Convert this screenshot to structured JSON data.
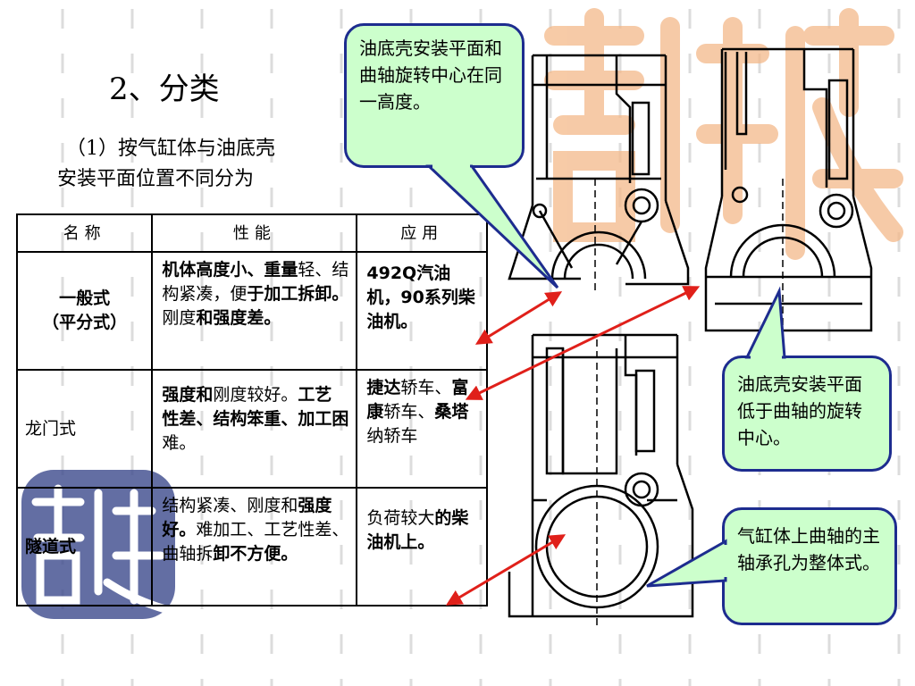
{
  "title": "2、分类",
  "subtitle": {
    "line1": "（1）按气缸体与油底壳",
    "line2": "安装平面位置不同分为"
  },
  "table": {
    "headers": [
      "名称",
      "性能",
      "应用"
    ],
    "rows": [
      {
        "name_line1": "一般式",
        "name_line2": "（平分式）",
        "perf_bold1": "机体高度小、重量",
        "perf_normal1": "轻、结构紧凑，便",
        "perf_bold2": "于加工拆卸。",
        "perf_normal2": "刚度",
        "perf_bold3": "和强度差。",
        "app_bold": "492Q汽油机，90系列柴油机。"
      },
      {
        "name": "龙门式",
        "perf_bold1": "强度和",
        "perf_normal1": "刚度较好。",
        "perf_bold2": "工艺性差、结构笨",
        "perf_bold3": "重、加工困",
        "perf_normal2": "难。",
        "app_bold1": "捷达",
        "app_normal1": "轿车、",
        "app_bold2": "富康",
        "app_normal2": "轿车、",
        "app_bold3": "桑塔",
        "app_normal3": "纳轿车"
      },
      {
        "name": "隧道式",
        "perf_normal1": "结构紧凑、刚度和",
        "perf_bold1": "强度好。",
        "perf_normal2": "难加工、工艺性差、曲轴拆",
        "perf_bold2": "卸不方便。",
        "app_normal": "负荷较大",
        "app_bold": "的柴油机上。"
      }
    ]
  },
  "callouts": {
    "top": "油底壳安装平面和曲轴旋转中心在同一高度。",
    "right_mid": "油底壳安装平面低于曲轴的旋转中心。",
    "right_bottom": "气缸体上曲轴的主轴承孔为整体式。"
  },
  "colors": {
    "callout_fill": "#ccffcc",
    "callout_border": "#1d2c8f",
    "arrow": "#e0201a",
    "seal_orange": "#f4a460",
    "logo_blue": "#3c4a8c"
  }
}
